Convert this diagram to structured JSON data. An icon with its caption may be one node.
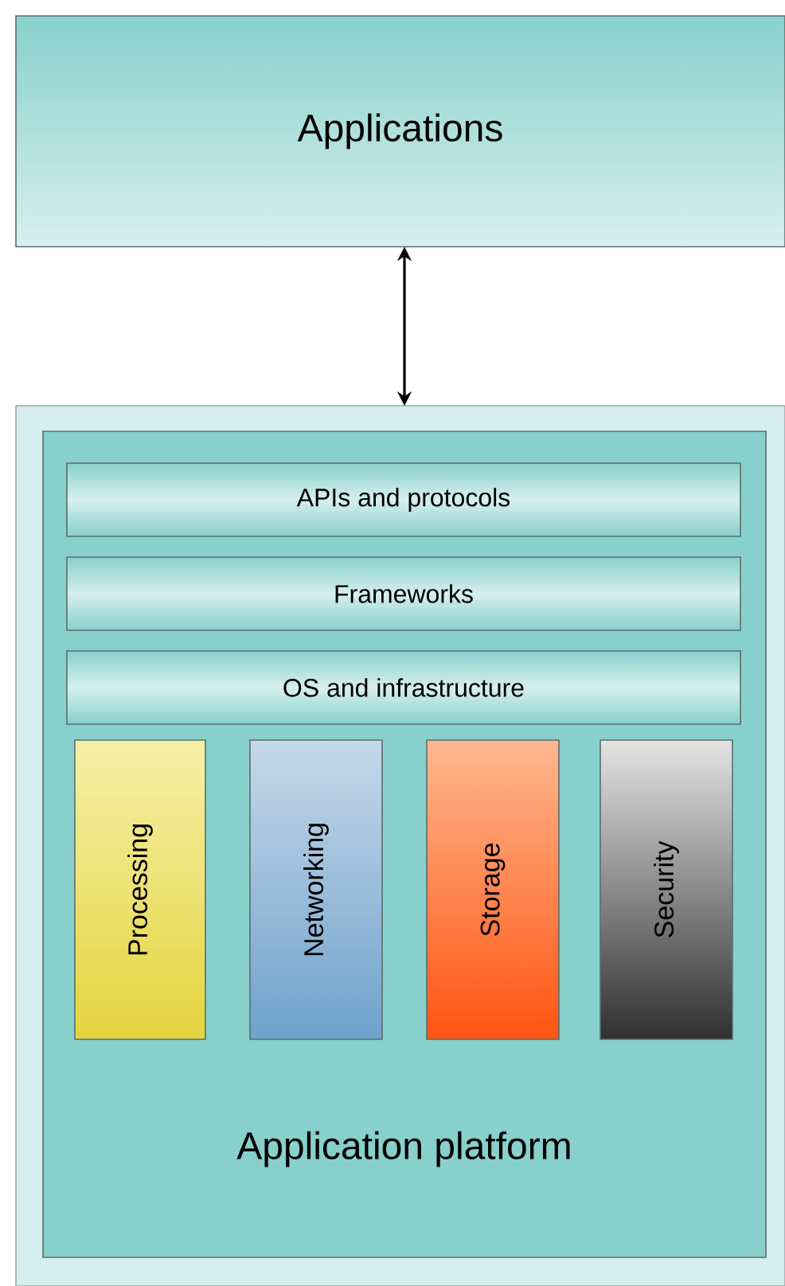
{
  "diagram": {
    "nodes": [
      {
        "text": [
          "Applications"
        ]
      },
      {
        "text": [],
        "shape": "box"
      },
      {
        "text": [
          "Application platform"
        ],
        "in": 1
      },
      {
        "text": [
          "APIs and protocols"
        ],
        "in": 2
      },
      {
        "text": [
          "Frameworks"
        ],
        "in": 2
      },
      {
        "text": [
          "OS and infrastructure"
        ],
        "in": 2
      },
      {
        "text": [
          "Processing"
        ],
        "in": 2
      },
      {
        "text": [
          "Networking"
        ],
        "in": 2
      },
      {
        "text": [
          "Storage"
        ],
        "in": 2
      },
      {
        "text": [
          "Security"
        ],
        "in": 2
      }
    ],
    "edges": [
      {
        "from": 0,
        "to": 1,
        "arrow": "both"
      }
    ]
  }
}
